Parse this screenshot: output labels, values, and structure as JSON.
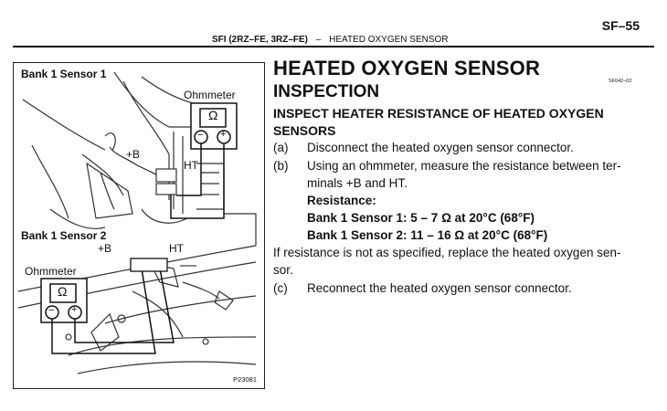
{
  "page_number": "SF–55",
  "header": {
    "model": "SFI (2RZ–FE, 3RZ–FE)",
    "dash": "–",
    "section": "HEATED OXYGEN SENSOR"
  },
  "title": {
    "line1": "HEATED OXYGEN SENSOR",
    "line2": "INSPECTION",
    "code": "SF042–02"
  },
  "subtitle": {
    "line1": "INSPECT HEATER RESISTANCE OF HEATED OXYGEN",
    "line2": "SENSORS"
  },
  "figure": {
    "sensor1_label": "Bank 1 Sensor 1",
    "sensor2_label": "Bank 1 Sensor 2",
    "ohmmeter_top": "Ohmmeter",
    "ohmmeter_bottom": "Ohmmeter",
    "plus_b_top": "+B",
    "ht_top": "HT",
    "plus_b_bottom": "+B",
    "ht_bottom": "HT",
    "omega": "Ω",
    "minus": "−",
    "plus": "+",
    "code": "P23081"
  },
  "steps": {
    "a_mark": "(a)",
    "a_text": "Disconnect the heated oxygen sensor connector.",
    "b_mark": "(b)",
    "b_text1": "Using an ohmmeter, measure the resistance between ter-",
    "b_text2": "minals +B and HT.",
    "resistance_label": "Resistance:",
    "sensor1_spec": "Bank 1 Sensor 1: 5 – 7 Ω at 20°C (68°F)",
    "sensor2_spec": "Bank 1 Sensor 2: 11 – 16 Ω at 20°C (68°F)",
    "note1": "If resistance is not as specified, replace the heated oxygen sen-",
    "note2": "sor.",
    "c_mark": "(c)",
    "c_text": "Reconnect the heated oxygen sensor connector."
  }
}
